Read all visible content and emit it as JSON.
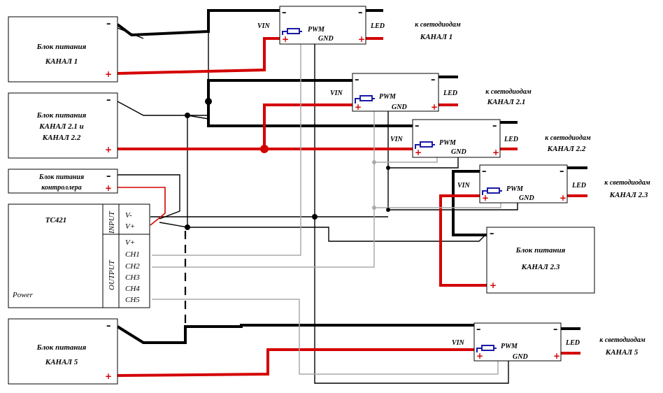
{
  "colors": {
    "positive_wire": "#d40000",
    "negative_wire": "#000000",
    "signal_wire": "#aaaaaa",
    "pwm_resistor": "#1a1aa8"
  },
  "symbols": {
    "plus": "+",
    "minus": "–"
  },
  "psu": {
    "ch1": {
      "line1": "Блок питания",
      "line2": "КАНАЛ 1"
    },
    "ch2": {
      "line1": "Блок питания",
      "line2": "КАНАЛ 2.1 и",
      "line3": "КАНАЛ 2.2"
    },
    "ctrl": {
      "line1": "Блок питания",
      "line2": "контроллера"
    },
    "ch23": {
      "line1": "Блок питания",
      "line2": "КАНАЛ 2.3"
    },
    "ch5": {
      "line1": "Блок питания",
      "line2": "КАНАЛ 5"
    }
  },
  "controller": {
    "model": "TC421",
    "power_label": "Power",
    "input_label": "INPUT",
    "output_label": "OUTPUT",
    "input_pins": [
      "V-",
      "V+"
    ],
    "output_pins": [
      "V+",
      "CH1",
      "CH2",
      "CH3",
      "CH4",
      "CH5"
    ]
  },
  "driver_labels": {
    "vin": "VIN",
    "led": "LED",
    "pwm": "PWM",
    "gnd": "GND"
  },
  "led_outputs": {
    "ch1": {
      "line1": "к светодиодам",
      "line2": "КАНАЛ 1"
    },
    "ch21": {
      "line1": "к светодиодам",
      "line2": "КАНАЛ 2.1"
    },
    "ch22": {
      "line1": "к светодиодам",
      "line2": "КАНАЛ 2.2"
    },
    "ch23": {
      "line1": "к светодиодам",
      "line2": "КАНАЛ 2.3"
    },
    "ch5": {
      "line1": "к светодиодам",
      "line2": "КАНАЛ 5"
    }
  }
}
